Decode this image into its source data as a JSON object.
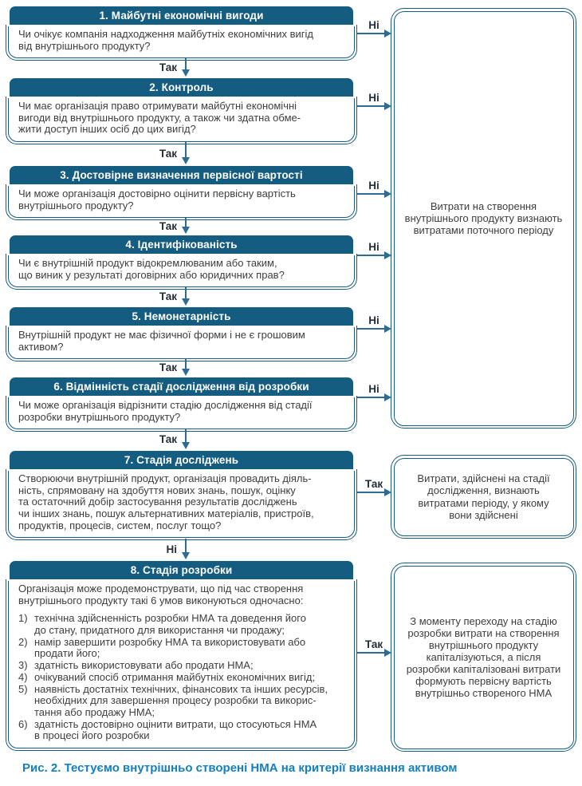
{
  "palette": {
    "dark": "#155d80",
    "arrow": "#2d6b92",
    "label": "#232f38",
    "text": "#3e3e40",
    "caption": "#137fc0"
  },
  "labels": {
    "yes": "Так",
    "no": "Ні"
  },
  "steps": [
    {
      "title": "1. Майбутні економічні вигоди",
      "question": "Чи очікує компанія надходження майбутніх економічних вигід\nвід внутрішнього продукту?"
    },
    {
      "title": "2. Контроль",
      "question": "Чи має організація право отримувати майбутні економічні\nвигоди від внутрішнього продукту, а також чи здатна обме-\nжити доступ інших осіб до цих вигід?"
    },
    {
      "title": "3. Достовірне визначення первісної вартості",
      "question": "Чи може організація достовірно оцінити первісну вартість\nвнутрішнього продукту?"
    },
    {
      "title": "4. Ідентифікованість",
      "question": "Чи є внутрішній продукт відокремлюваним або таким,\nщо виник у результаті договірних або юридичних прав?"
    },
    {
      "title": "5. Немонетарність",
      "question": "Внутрішній продукт не має фізичної форми і не є грошовим\nактивом?"
    },
    {
      "title": "6. Відмінність стадії дослідження від розробки",
      "question": "Чи може організація відрізнити стадію дослідження від стадії\nрозробки внутрішнього продукту?"
    },
    {
      "title": "7. Стадія досліджень",
      "question": "Створюючи внутрішній продукт, організація провадить діяль-\nність, спрямовану на здобуття нових знань, пошук, оцінку\nта остаточний добір застосування результатів досліджень\nчи інших знань, пошук альтернативних матеріалів, пристроїв,\nпродуктів, процесів, систем, послуг тощо?"
    },
    {
      "title": "8. Стадія розробки",
      "intro": "Організація може продемонструвати, що під час створення\nвнутрішнього продукту такі 6 умов виконуються одночасно:",
      "items": [
        {
          "num": "1)",
          "text": "технічна здійсненність розробки НМА та доведення його\nдо стану, придатного для використання чи продажу;"
        },
        {
          "num": "2)",
          "text": "намір завершити розробку НМА та використовувати або\nпродати його;"
        },
        {
          "num": "3)",
          "text": "здатність використовувати або продати НМА;"
        },
        {
          "num": "4)",
          "text": "очікуваний спосіб отримання майбутніх економічних вигід;"
        },
        {
          "num": "5)",
          "text": "наявність достатніх технічних, фінансових та інших ресурсів,\nнеобхідних для завершення процесу розробки та викорис-\nтання або продажу НМА;"
        },
        {
          "num": "6)",
          "text": "здатність достовірно оцінити витрати, що стосуються НМА\nв процесі його розробки"
        }
      ]
    }
  ],
  "outcomes": [
    {
      "text": "Витрати на створення\nвнутрішнього продукту визнають\nвитратами поточного періоду"
    },
    {
      "text": "Витрати, здійснені на стадії\nдослідження, визнають\nвитратами періоду, у якому\nвони здійснені"
    },
    {
      "text": "З моменту переходу на стадію\nрозробки витрати на створення\nвнутрішнього продукту\nкапіталізуються, а після\nрозробки капіталізовані витрати\nформують первісну вартість\nвнутрішньо створеного НМА"
    }
  ],
  "caption": "Рис. 2. Тестуємо внутрішньо створені НМА на критерії визнання активом"
}
